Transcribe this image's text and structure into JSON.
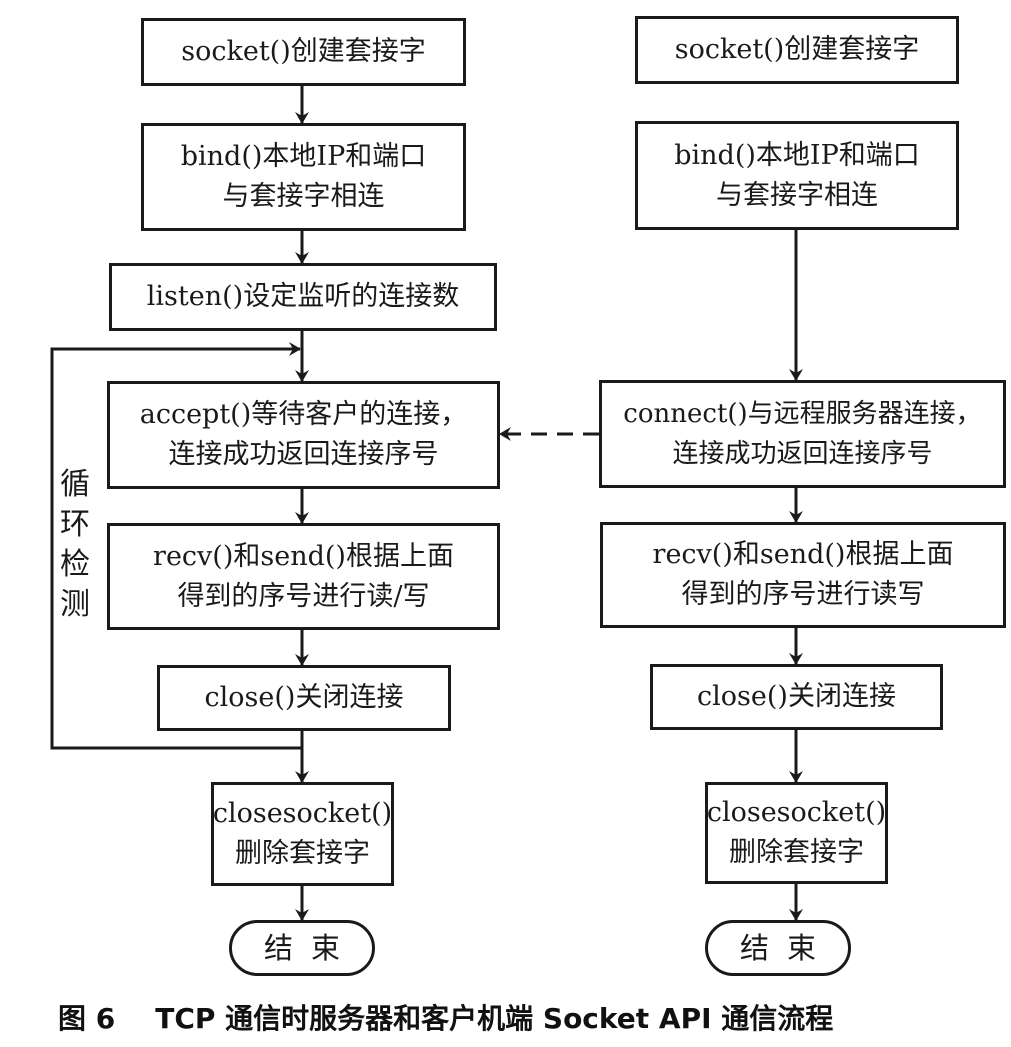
{
  "server": {
    "steps": [
      {
        "lines": [
          "socket()创建套接字"
        ]
      },
      {
        "lines": [
          "bind()本地IP和端口",
          "与套接字相连"
        ]
      },
      {
        "lines": [
          "listen()设定监听的连接数"
        ]
      },
      {
        "lines": [
          "accept()等待客户的连接，",
          "连接成功返回连接序号"
        ]
      },
      {
        "lines": [
          "recv()和send()根据上面",
          "得到的序号进行读/写"
        ]
      },
      {
        "lines": [
          "close()关闭连接"
        ]
      },
      {
        "lines": [
          "closesocket()",
          "删除套接字"
        ]
      }
    ],
    "end_label": "结束",
    "loop_label": [
      "循",
      "环",
      "检",
      "测"
    ]
  },
  "client": {
    "steps": [
      {
        "lines": [
          "socket()创建套接字"
        ]
      },
      {
        "lines": [
          "bind()本地IP和端口",
          "与套接字相连"
        ]
      },
      {
        "lines": [
          "connect()与远程服务器连接，",
          "连接成功返回连接序号"
        ]
      },
      {
        "lines": [
          "recv()和send()根据上面",
          "得到的序号进行读写"
        ]
      },
      {
        "lines": [
          "close()关闭连接"
        ]
      },
      {
        "lines": [
          "closesocket()",
          "删除套接字"
        ]
      }
    ],
    "end_label": "结束"
  },
  "caption": {
    "figure_number": "图 6",
    "text": "TCP 通信时服务器和客户机端 Socket API 通信流程"
  }
}
